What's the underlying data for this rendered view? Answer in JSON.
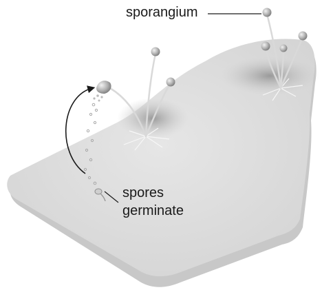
{
  "labels": {
    "sporangium": "sporangium",
    "spores_line1": "spores",
    "spores_line2": "germinate"
  },
  "colors": {
    "bread": "#e3e3e3",
    "bread_top": "#dcdcdc",
    "mold_patch": "#a9a9a9",
    "hypha": "#cfcfcf",
    "sporangium_fill": "#b6b6b6",
    "text": "#1a1a1a"
  }
}
